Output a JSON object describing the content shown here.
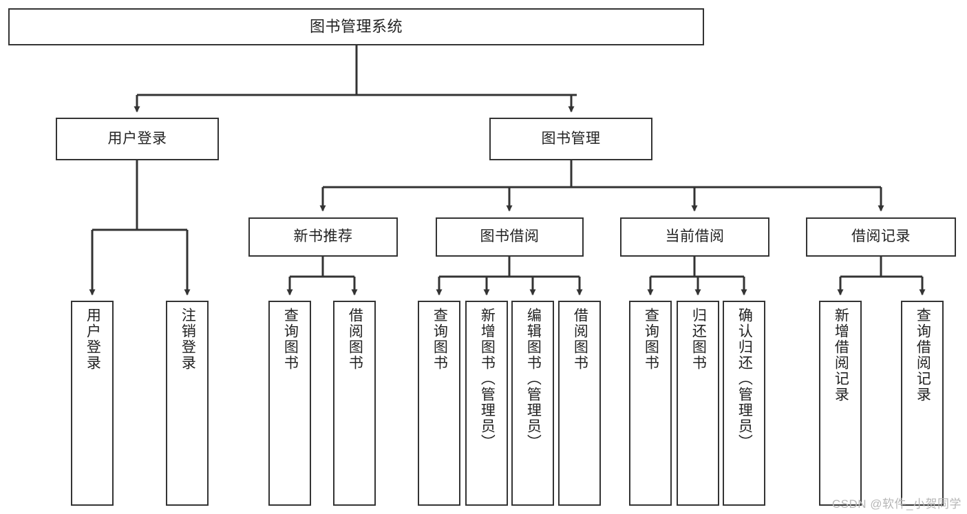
{
  "diagram": {
    "title": "图书管理系统",
    "watermark": "CSDN @软件_小贺同学",
    "stroke_color": "#333333",
    "background_color": "#ffffff",
    "text_color": "#222222",
    "nodes": {
      "root": {
        "label": "图书管理系统"
      },
      "level2": [
        {
          "label": "用户登录"
        },
        {
          "label": "图书管理"
        }
      ],
      "level3": [
        {
          "label": "新书推荐"
        },
        {
          "label": "图书借阅"
        },
        {
          "label": "当前借阅"
        },
        {
          "label": "借阅记录"
        }
      ],
      "leaves": {
        "user_login": [
          {
            "label": "用户登录"
          },
          {
            "label": "注销登录"
          }
        ],
        "new_book_recommend": [
          {
            "label": "查询图书"
          },
          {
            "label": "借阅图书"
          }
        ],
        "book_borrow": [
          {
            "label": "查询图书"
          },
          {
            "label": "新增图书（管理员）"
          },
          {
            "label": "编辑图书（管理员）"
          },
          {
            "label": "借阅图书"
          }
        ],
        "current_borrow": [
          {
            "label": "查询图书"
          },
          {
            "label": "归还图书"
          },
          {
            "label": "确认归还（管理员）"
          }
        ],
        "borrow_record": [
          {
            "label": "新增借阅记录"
          },
          {
            "label": "查询借阅记录"
          }
        ]
      }
    }
  }
}
